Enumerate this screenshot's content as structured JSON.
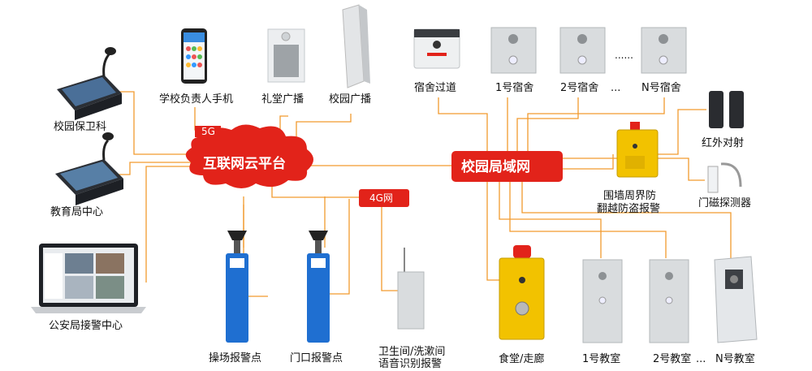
{
  "hubs": {
    "cloud": "互联网云平台",
    "lan": "校园局域网"
  },
  "tags": {
    "net5g": "5G",
    "net4g": "4G网"
  },
  "left": {
    "security": "校园保卫科",
    "education": "教育局中心",
    "police": "公安局接警中心"
  },
  "top": {
    "phone": "学校负责人手机",
    "hall": "礼堂广播",
    "campus": "校园广播",
    "corridor": "宿舍过道",
    "dorm1": "1号宿舍",
    "dorm2": "2号宿舍",
    "ellipsis": "...",
    "dormN": "N号宿舍",
    "dots": "......"
  },
  "right": {
    "fence1": "围墙周界防",
    "fence2": "翻越防盗报警",
    "infrared": "红外对射",
    "door": "门磁探测器"
  },
  "bottom": {
    "playground": "操场报警点",
    "gate": "门口报警点",
    "wc1": "卫生间/洗漱间",
    "wc2": "语音识别报警",
    "canteen": "食堂/走廊",
    "class1": "1号教室",
    "class2": "2号教室",
    "classN": "N号教室"
  },
  "colors": {
    "line": "#f29a2e",
    "hub": "#e2231a",
    "alarm_yellow": "#f2c200",
    "pole_blue": "#1f6fd1"
  }
}
